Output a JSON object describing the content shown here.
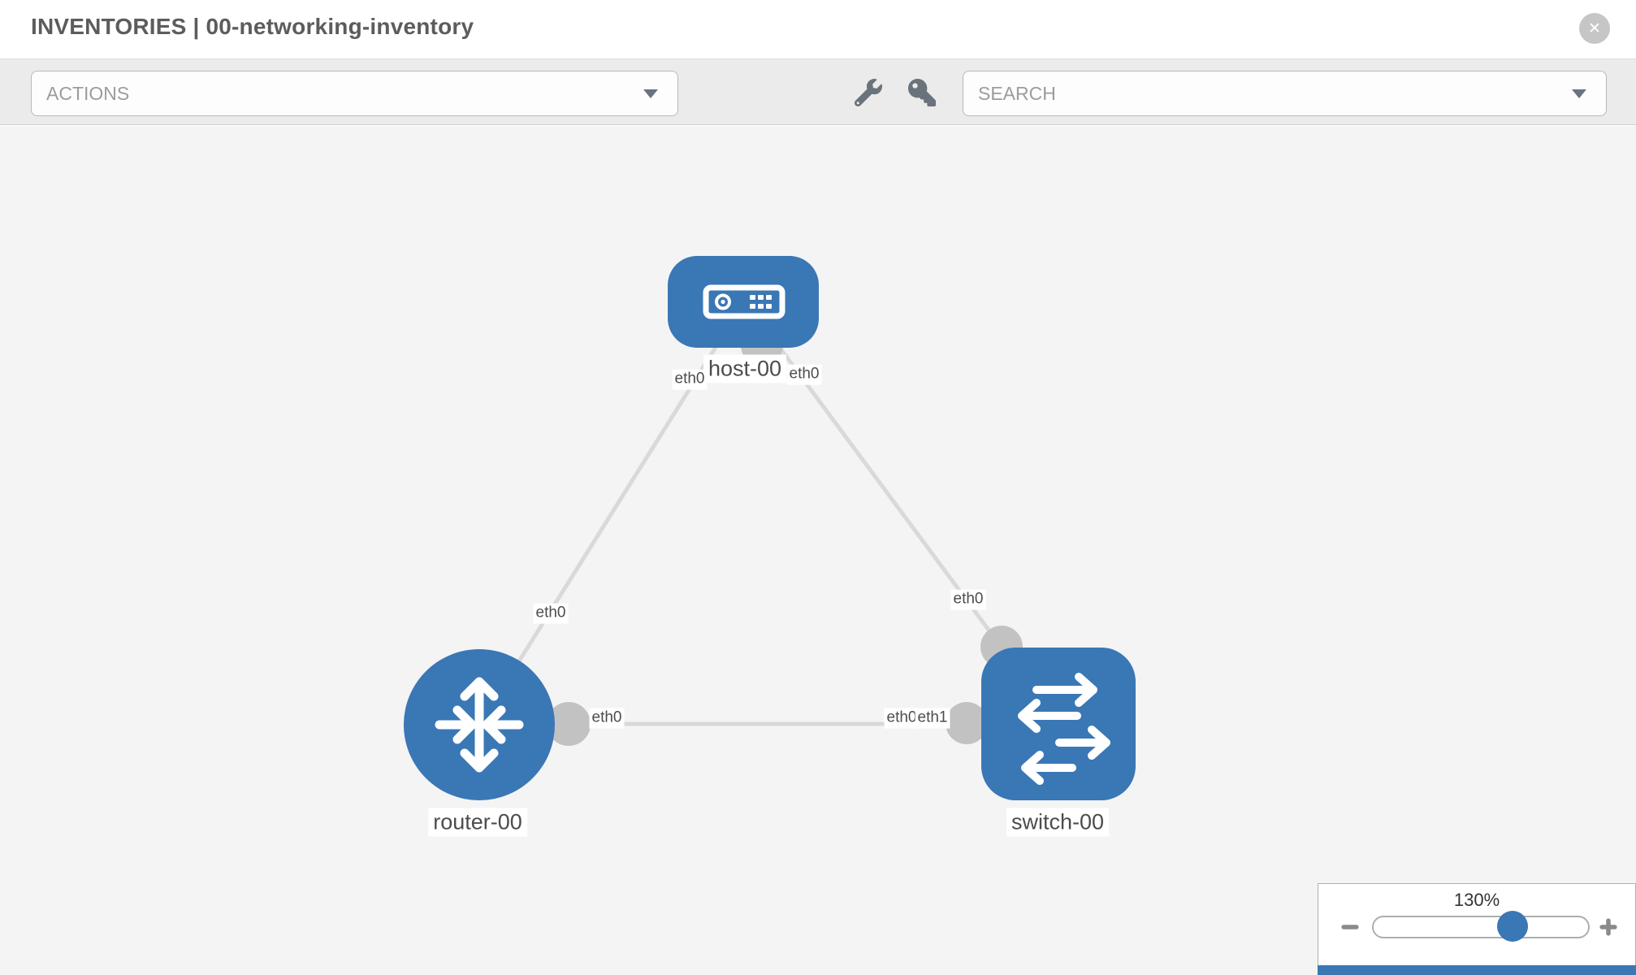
{
  "header": {
    "title": "INVENTORIES | 00-networking-inventory",
    "close_glyph": "✕"
  },
  "toolbar": {
    "actions_placeholder": "ACTIONS",
    "search_placeholder": "SEARCH",
    "icons": [
      "wrench-icon",
      "key-icon"
    ]
  },
  "topology": {
    "nodes": [
      {
        "id": "host-00",
        "type": "host",
        "icon": "server-icon",
        "label": "host-00"
      },
      {
        "id": "router-00",
        "type": "router",
        "icon": "router-arrows-icon",
        "label": "router-00"
      },
      {
        "id": "switch-00",
        "type": "switch",
        "icon": "switch-exchange-icon",
        "label": "switch-00"
      }
    ],
    "interface_labels": [
      {
        "id": "host-eth0-left",
        "text": "eth0"
      },
      {
        "id": "host-eth0-right",
        "text": "eth0"
      },
      {
        "id": "router-link-eth0",
        "text": "eth0"
      },
      {
        "id": "switch-link-eth0",
        "text": "eth0"
      },
      {
        "id": "router-port-eth0",
        "text": "eth0"
      },
      {
        "id": "switch-port-eth0",
        "text": "eth0"
      },
      {
        "id": "switch-port-eth1",
        "text": "eth1"
      }
    ]
  },
  "zoom_control": {
    "value": "130%"
  },
  "colors": {
    "node_blue": "#3a77b5",
    "link_gray": "#d9d9d9",
    "port_gray": "#c2c2c2",
    "canvas_bg": "#f4f4f4",
    "toolbar_bg": "#ebebeb"
  }
}
